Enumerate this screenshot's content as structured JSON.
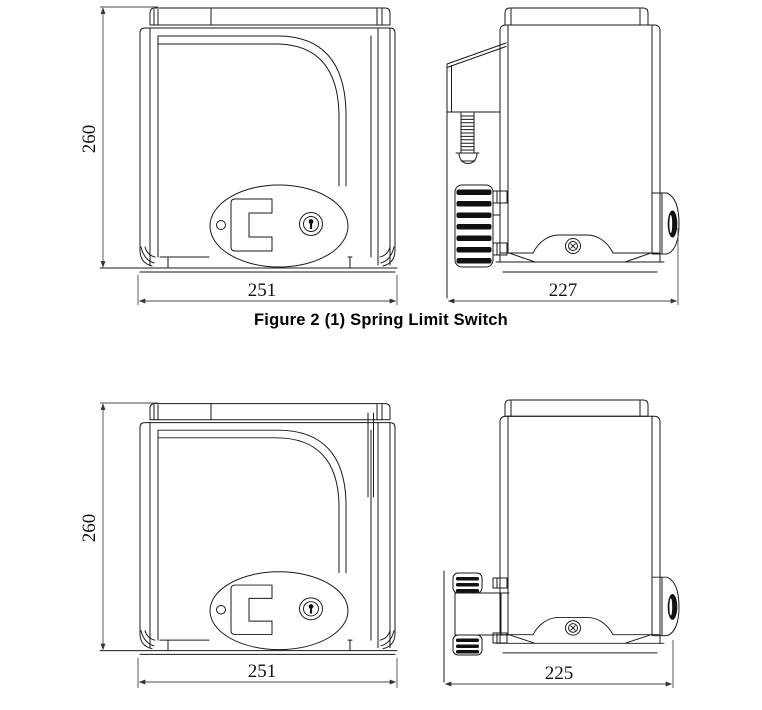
{
  "caption": "Figure 2 (1) Spring Limit Switch",
  "dimensions": {
    "top_front": {
      "height": "260",
      "width": "251"
    },
    "top_side": {
      "width": "227"
    },
    "bottom_front": {
      "height": "260",
      "width": "251"
    },
    "bottom_side": {
      "width": "225"
    }
  },
  "colors": {
    "background": "#ffffff",
    "part_line": "#1a1a1a",
    "dimension_line": "#4a4a4a",
    "text": "#111111"
  }
}
